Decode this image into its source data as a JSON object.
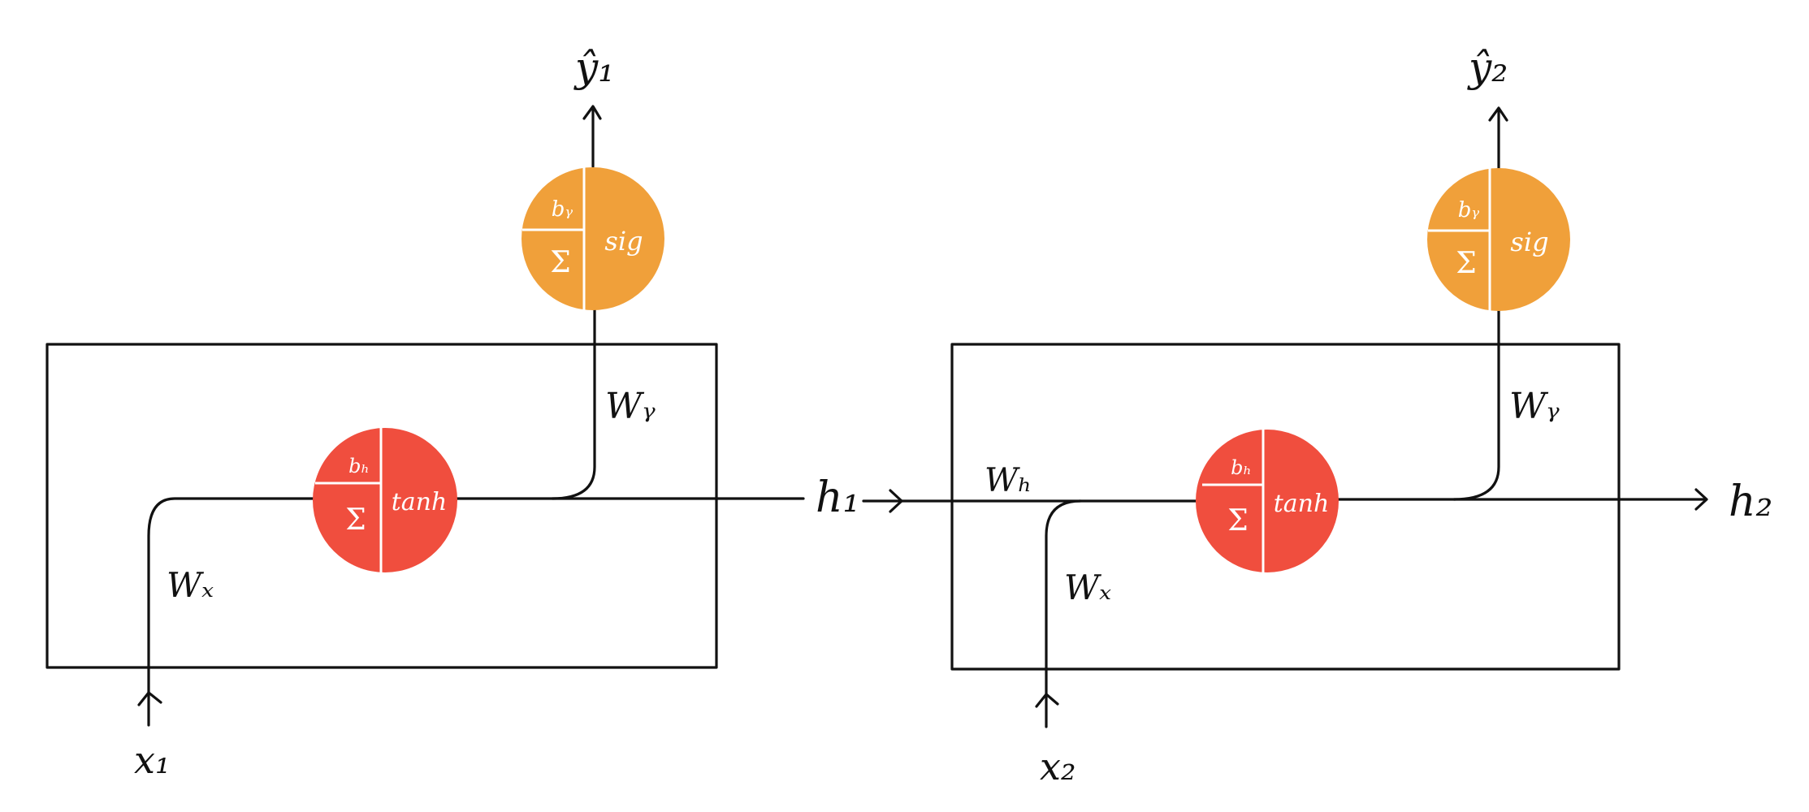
{
  "diagram": {
    "title": "Unrolled RNN (two time steps)",
    "colors": {
      "hidden_node": "#F04E3E",
      "output_node": "#F0A03A",
      "line": "#111111",
      "node_text": "#FFFFFF"
    },
    "cells": [
      {
        "input_label": "x₁",
        "input_weight_label": "Wₓ",
        "hidden_node": {
          "bias": "bₕ",
          "sum": "Σ",
          "activation": "tanh"
        },
        "output_weight_label": "Wᵧ",
        "output_node": {
          "bias": "bᵧ",
          "sum": "Σ",
          "activation": "sig"
        },
        "output_label": "ŷ₁",
        "hidden_out_label": "h₁"
      },
      {
        "input_label": "x₂",
        "input_weight_label": "Wₓ",
        "recurrent_weight_label": "Wₕ",
        "hidden_node": {
          "bias": "bₕ",
          "sum": "Σ",
          "activation": "tanh"
        },
        "output_weight_label": "Wᵧ",
        "output_node": {
          "bias": "bᵧ",
          "sum": "Σ",
          "activation": "sig"
        },
        "output_label": "ŷ₂",
        "hidden_out_label": "h₂"
      }
    ]
  }
}
